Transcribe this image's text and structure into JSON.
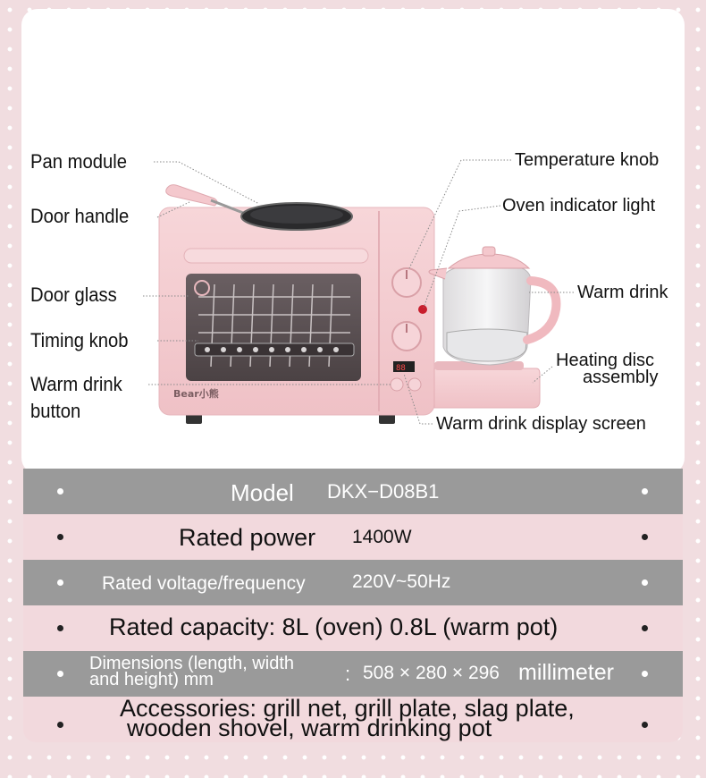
{
  "callouts_left": {
    "pan_module": "Pan module",
    "door_handle": "Door handle",
    "door_glass": "Door glass",
    "timing_knob": "Timing knob",
    "warm_drink_button_1": "Warm drink",
    "warm_drink_button_2": "button"
  },
  "callouts_right": {
    "temperature_knob": "Temperature knob",
    "oven_indicator_light": "Oven indicator light",
    "warm_drink": "Warm drink",
    "heating_disc_1": "Heating disc",
    "heating_disc_2": "assembly",
    "display_screen": "Warm drink display screen"
  },
  "brand": "Bear小熊",
  "specs": {
    "model_label": "Model",
    "model_value": "DKX−D08B1",
    "power_label": "Rated power",
    "power_value": "1400W",
    "voltage_label": "Rated voltage/frequency",
    "voltage_value": "220V~50Hz",
    "capacity_text": "Rated capacity: 8L (oven) 0.8L (warm pot)",
    "dimensions_label_1": "Dimensions (length, width",
    "dimensions_label_2": "and height) mm",
    "dimensions_colon": ":",
    "dimensions_value": "508 × 280 × 296",
    "dimensions_unit": "millimeter",
    "accessories_1": "Accessories: grill net, grill plate, slag plate,",
    "accessories_2": "wooden shovel, warm drinking pot"
  },
  "colors": {
    "pink_row": "#f2d9dd",
    "gray_row": "#9a9a9a",
    "appliance_pink": "#f4cfd3"
  }
}
